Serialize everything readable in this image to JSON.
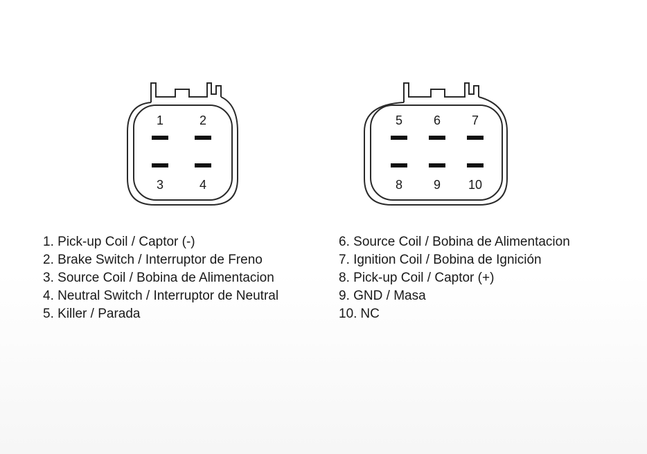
{
  "connector_left": {
    "pins": [
      {
        "id": "1",
        "row": 0,
        "col": 0
      },
      {
        "id": "2",
        "row": 0,
        "col": 1
      },
      {
        "id": "3",
        "row": 1,
        "col": 0
      },
      {
        "id": "4",
        "row": 1,
        "col": 1
      }
    ]
  },
  "connector_right": {
    "pins": [
      {
        "id": "5",
        "row": 0,
        "col": 0
      },
      {
        "id": "6",
        "row": 0,
        "col": 1
      },
      {
        "id": "7",
        "row": 0,
        "col": 2
      },
      {
        "id": "8",
        "row": 1,
        "col": 0
      },
      {
        "id": "9",
        "row": 1,
        "col": 1
      },
      {
        "id": "10",
        "row": 1,
        "col": 2
      }
    ]
  },
  "legend_left": [
    {
      "num": "1.",
      "text": "Pick-up Coil / Captor (-)"
    },
    {
      "num": "2.",
      "text": "Brake Switch / Interruptor de Freno"
    },
    {
      "num": "3.",
      "text": "Source Coil / Bobina de Alimentacion"
    },
    {
      "num": "4.",
      "text": "Neutral Switch / Interruptor de Neutral"
    },
    {
      "num": "5.",
      "text": "Killer / Parada"
    }
  ],
  "legend_right": [
    {
      "num": "6.",
      "text": "Source Coil / Bobina de Alimentacion"
    },
    {
      "num": "7.",
      "text": "Ignition Coil / Bobina de Ignición"
    },
    {
      "num": "8.",
      "text": "Pick-up Coil / Captor (+)"
    },
    {
      "num": "9.",
      "text": "GND / Masa"
    },
    {
      "num": "10.",
      "text": "NC"
    }
  ],
  "colors": {
    "line": "#2a2a2a",
    "pin": "#111111"
  }
}
